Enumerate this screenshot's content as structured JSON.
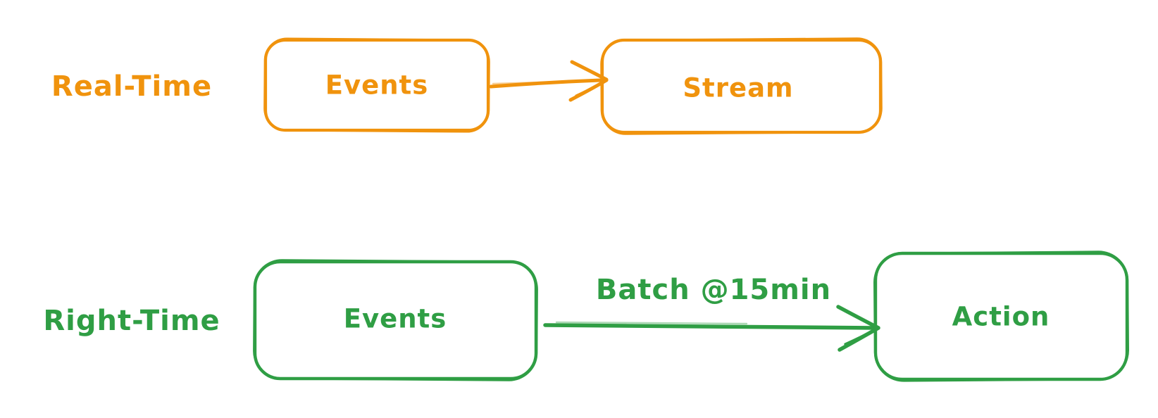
{
  "diagram": {
    "background": "#ffffff",
    "rows": [
      {
        "label": "Real-Time",
        "color": "#f0930d",
        "nodes": [
          {
            "label": "Events"
          },
          {
            "label": "Stream"
          }
        ],
        "edge": {
          "from": "Events",
          "to": "Stream",
          "label": ""
        }
      },
      {
        "label": "Right-Time",
        "color": "#2f9e44",
        "nodes": [
          {
            "label": "Events"
          },
          {
            "label": "Action"
          }
        ],
        "edge": {
          "from": "Events",
          "to": "Action",
          "label": "Batch @15min"
        }
      }
    ]
  }
}
